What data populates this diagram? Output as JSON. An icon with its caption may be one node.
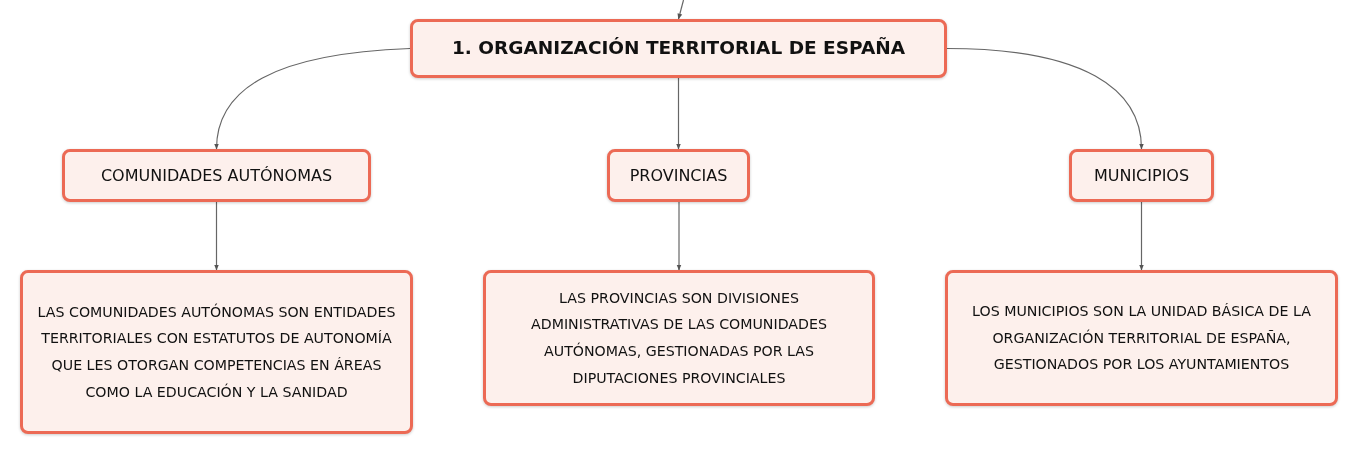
{
  "diagram": {
    "nodes": [
      {
        "text": [
          "1. ORGANIZACIÓN TERRITORIAL DE ESPAÑA"
        ]
      },
      {
        "text": [
          "COMUNIDADES AUTÓNOMAS"
        ]
      },
      {
        "text": [
          "PROVINCIAS"
        ]
      },
      {
        "text": [
          "MUNICIPIOS"
        ]
      },
      {
        "text": [
          "LAS COMUNIDADES AUTÓNOMAS SON ENTIDADES TERRITORIALES CON ESTATUTOS DE AUTONOMÍA QUE LES OTORGAN COMPETENCIAS EN ÁREAS COMO LA EDUCACIÓN Y LA SANIDAD"
        ]
      },
      {
        "text": [
          "LAS PROVINCIAS SON DIVISIONES ADMINISTRATIVAS DE LAS COMUNIDADES AUTÓNOMAS, GESTIONADAS POR LAS DIPUTACIONES PROVINCIALES"
        ]
      },
      {
        "text": [
          "LOS MUNICIPIOS SON LA UNIDAD BÁSICA DE LA ORGANIZACIÓN TERRITORIAL DE ESPAÑA, GESTIONADOS POR LOS AYUNTAMIENTOS"
        ]
      }
    ],
    "edges": [
      {
        "from": null,
        "to": 0,
        "arrow": "to"
      },
      {
        "from": 0,
        "to": 1,
        "arrow": "to"
      },
      {
        "from": 0,
        "to": 2,
        "arrow": "to"
      },
      {
        "from": 0,
        "to": 3,
        "arrow": "to"
      },
      {
        "from": 1,
        "to": 4,
        "arrow": "to"
      },
      {
        "from": 2,
        "to": 5,
        "arrow": "to"
      },
      {
        "from": 3,
        "to": 6,
        "arrow": "to"
      }
    ]
  }
}
